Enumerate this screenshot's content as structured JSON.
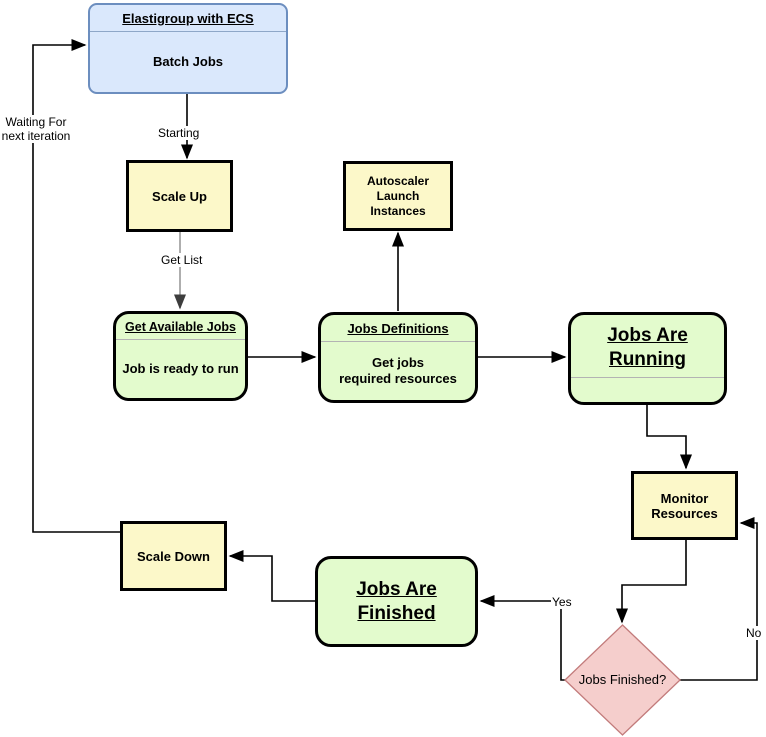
{
  "diagram": {
    "nodes": {
      "elastigroup": {
        "title": "Elastigroup with ECS",
        "body": "Batch Jobs"
      },
      "scale_up": {
        "label": "Scale Up"
      },
      "autoscaler": {
        "line1": "Autoscaler",
        "line2": "Launch",
        "line3": "Instances"
      },
      "get_available_jobs": {
        "title": "Get Available Jobs",
        "body": "Job is ready to run"
      },
      "jobs_definitions": {
        "title": "Jobs Definitions",
        "body_line1": "Get jobs",
        "body_line2": "required resources"
      },
      "jobs_are_running": {
        "title_line1": "Jobs Are",
        "title_line2": "Running"
      },
      "monitor_resources": {
        "line1": "Monitor",
        "line2": "Resources"
      },
      "jobs_finished_decision": {
        "label": "Jobs Finished?"
      },
      "jobs_are_finished": {
        "title_line1": "Jobs Are",
        "title_line2": "Finished"
      },
      "scale_down": {
        "label": "Scale Down"
      }
    },
    "edge_labels": {
      "starting": "Starting",
      "get_list": "Get List",
      "waiting_line1": "Waiting For",
      "waiting_line2": "next iteration",
      "yes": "Yes",
      "no": "No"
    },
    "colors": {
      "blue_fill": "#dae8fc",
      "blue_border": "#6c8ebf",
      "yellow_fill": "#fcf8c9",
      "green_fill": "#e3fbcd",
      "pink_fill": "#f5cecc",
      "pink_border": "#c27b7b",
      "node_border": "#000000",
      "divider_gray": "#b3b3b3",
      "connector_black": "#000000",
      "connector_gray": "#999999"
    }
  }
}
